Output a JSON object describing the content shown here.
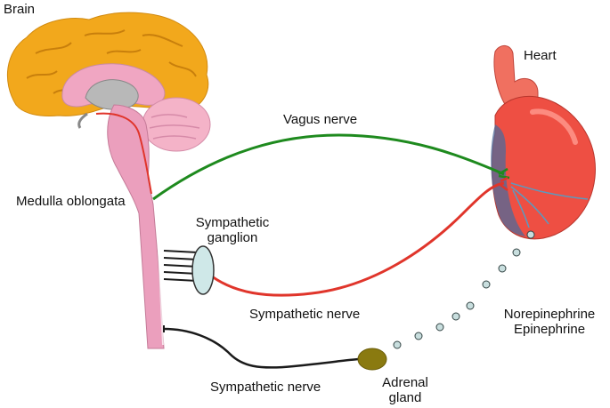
{
  "labels": {
    "brain": "Brain",
    "heart": "Heart",
    "vagus_nerve": "Vagus nerve",
    "medulla": "Medulla oblongata",
    "sympathetic_ganglion_line1": "Sympathetic",
    "sympathetic_ganglion_line2": "ganglion",
    "sympathetic_nerve_upper": "Sympathetic nerve",
    "sympathetic_nerve_lower": "Sympathetic nerve",
    "norepinephrine": "Norepinephrine",
    "epinephrine": "Epinephrine",
    "adrenal_line1": "Adrenal",
    "adrenal_line2": "gland"
  },
  "colors": {
    "brain_cortex": "#f2a81c",
    "brain_inner": "#f0a6c2",
    "brainstem": "#eb9fbd",
    "cerebellum": "#f4b3c8",
    "thalamus_gray": "#b8b8b8",
    "vagus_nerve": "#1e8a1e",
    "sympathetic_nerve": "#e0352b",
    "sympathetic_nerve_lower": "#1a1a1a",
    "ganglion": "#cfe8e8",
    "adrenal_gland": "#8a7a10",
    "hormone_dot": "#c8dede",
    "heart_body": "#ee4f43",
    "heart_vessel": "#f07060",
    "heart_blue": "#5a7fb0"
  }
}
